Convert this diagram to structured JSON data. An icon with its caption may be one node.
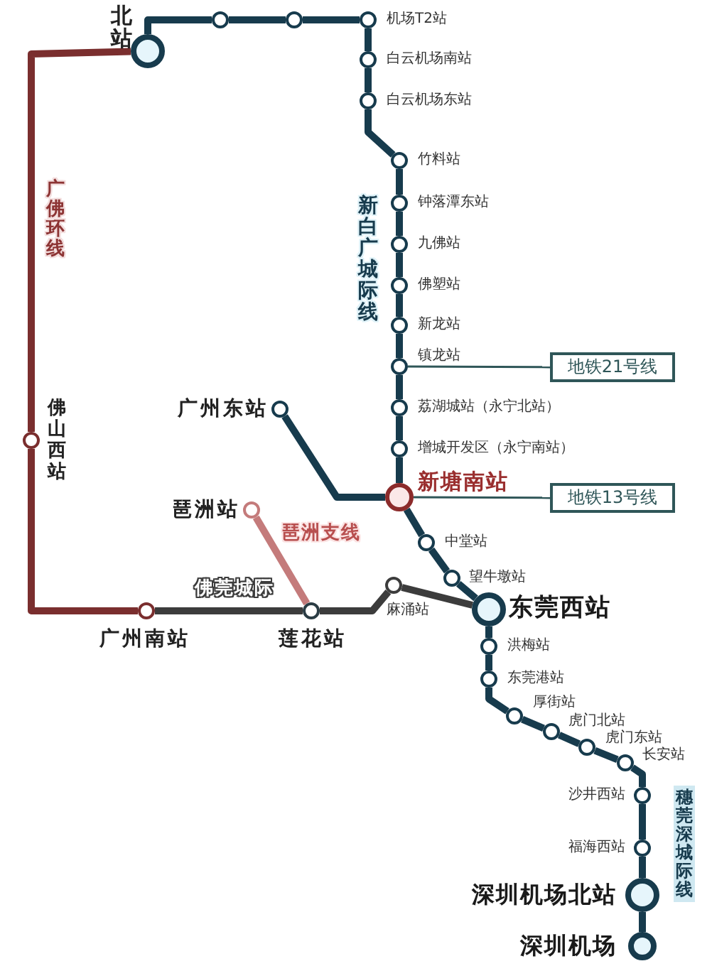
{
  "diagram": {
    "nodes": [
      {
        "text": [],
        "shape": "circle",
        "beside": [
          "北站"
        ]
      },
      {
        "text": [],
        "shape": "circle"
      },
      {
        "text": [],
        "shape": "circle"
      },
      {
        "text": [],
        "shape": "circle",
        "beside": [
          "机场T2站"
        ]
      },
      {
        "text": [],
        "shape": "circle",
        "beside": [
          "白云机场南站"
        ]
      },
      {
        "text": [],
        "shape": "circle",
        "beside": [
          "白云机场东站"
        ]
      },
      {
        "text": [],
        "shape": "circle",
        "beside": [
          "竹料站"
        ]
      },
      {
        "text": [],
        "shape": "circle",
        "beside": [
          "钟落潭东站"
        ]
      },
      {
        "text": [],
        "shape": "circle",
        "beside": [
          "九佛站"
        ]
      },
      {
        "text": [],
        "shape": "circle",
        "beside": [
          "佛塑站"
        ]
      },
      {
        "text": [],
        "shape": "circle",
        "beside": [
          "新龙站"
        ]
      },
      {
        "text": [],
        "shape": "circle",
        "beside": [
          "镇龙站"
        ]
      },
      {
        "text": [
          "地铁21号线"
        ]
      },
      {
        "text": [],
        "shape": "circle",
        "beside": [
          "荔湖城站（永宁北站）"
        ]
      },
      {
        "text": [],
        "shape": "circle",
        "beside": [
          "广州东站"
        ]
      },
      {
        "text": [],
        "shape": "circle",
        "beside": [
          "佛山西站"
        ]
      },
      {
        "text": [],
        "shape": "circle",
        "beside": [
          "增城开发区（永宁南站）"
        ]
      },
      {
        "text": [],
        "shape": "circle",
        "beside": [
          "新塘南站"
        ]
      },
      {
        "text": [
          "地铁13号线"
        ]
      },
      {
        "text": [],
        "shape": "circle",
        "beside": [
          "琶洲站"
        ]
      },
      {
        "text": [],
        "shape": "circle",
        "beside": [
          "中堂站"
        ]
      },
      {
        "text": [],
        "shape": "circle",
        "beside": [
          "望牛墩站"
        ]
      },
      {
        "text": [],
        "shape": "circle",
        "beside": [
          "东莞西站"
        ]
      },
      {
        "text": [],
        "shape": "circle",
        "beside": [
          "麻涌站"
        ]
      },
      {
        "text": [],
        "shape": "circle",
        "beside": [
          "广州南站"
        ]
      },
      {
        "text": [],
        "shape": "circle",
        "beside": [
          "莲花站"
        ]
      },
      {
        "text": [],
        "shape": "circle",
        "beside": [
          "洪梅站"
        ]
      },
      {
        "text": [],
        "shape": "circle",
        "beside": [
          "东莞港站"
        ]
      },
      {
        "text": [],
        "shape": "circle",
        "beside": [
          "厚街站"
        ]
      },
      {
        "text": [],
        "shape": "circle",
        "beside": [
          "虎门北站"
        ]
      },
      {
        "text": [],
        "shape": "circle",
        "beside": [
          "虎门东站"
        ]
      },
      {
        "text": [],
        "shape": "circle",
        "beside": [
          "长安站"
        ]
      },
      {
        "text": [],
        "shape": "circle",
        "beside": [
          "沙井西站"
        ]
      },
      {
        "text": [],
        "shape": "circle",
        "beside": [
          "福海西站"
        ]
      },
      {
        "text": [],
        "shape": "circle",
        "beside": [
          "深圳机场北站"
        ]
      },
      {
        "text": [],
        "shape": "circle",
        "beside": [
          "深圳机场"
        ]
      }
    ],
    "edges": [
      {
        "from": 0,
        "to": 1,
        "arrow": "none"
      },
      {
        "from": 1,
        "to": 2,
        "arrow": "none"
      },
      {
        "from": 2,
        "to": 3,
        "arrow": "none"
      },
      {
        "from": 3,
        "to": 4,
        "arrow": "none"
      },
      {
        "from": 4,
        "to": 5,
        "arrow": "none"
      },
      {
        "from": 5,
        "to": 6,
        "arrow": "none"
      },
      {
        "from": 6,
        "to": 7,
        "arrow": "none"
      },
      {
        "from": 7,
        "to": 8,
        "arrow": "none"
      },
      {
        "from": 8,
        "to": 9,
        "arrow": "none"
      },
      {
        "from": 9,
        "to": 10,
        "arrow": "none"
      },
      {
        "from": 10,
        "to": 11,
        "arrow": "none"
      },
      {
        "from": 11,
        "to": 12,
        "arrow": "none",
        "color": "#2f5658"
      },
      {
        "from": 11,
        "to": 13,
        "arrow": "none"
      },
      {
        "from": 13,
        "to": 16,
        "arrow": "none"
      },
      {
        "from": 16,
        "to": 17,
        "arrow": "none"
      },
      {
        "from": 14,
        "to": 17,
        "arrow": "none"
      },
      {
        "from": 17,
        "to": 18,
        "arrow": "none",
        "color": "#2f5658"
      },
      {
        "from": 17,
        "to": 20,
        "arrow": "none"
      },
      {
        "from": 20,
        "to": 21,
        "arrow": "none"
      },
      {
        "from": 21,
        "to": 22,
        "arrow": "none"
      },
      {
        "from": 22,
        "to": 26,
        "arrow": "none"
      },
      {
        "from": 26,
        "to": 27,
        "arrow": "none"
      },
      {
        "from": 27,
        "to": 28,
        "arrow": "none"
      },
      {
        "from": 28,
        "to": 29,
        "arrow": "none"
      },
      {
        "from": 29,
        "to": 30,
        "arrow": "none"
      },
      {
        "from": 30,
        "to": 31,
        "arrow": "none"
      },
      {
        "from": 31,
        "to": 32,
        "arrow": "none"
      },
      {
        "from": 32,
        "to": 33,
        "arrow": "none"
      },
      {
        "from": 33,
        "to": 34,
        "arrow": "none"
      },
      {
        "from": 34,
        "to": 35,
        "arrow": "none"
      },
      {
        "from": 0,
        "to": 15,
        "arrow": "none",
        "color": "#7a2e2e"
      },
      {
        "from": 15,
        "to": 24,
        "arrow": "none",
        "color": "#7a2e2e"
      },
      {
        "from": 24,
        "to": 25,
        "arrow": "none",
        "color": "#3c3c3c"
      },
      {
        "from": 25,
        "to": 23,
        "arrow": "none",
        "color": "#3c3c3c"
      },
      {
        "from": 23,
        "to": 22,
        "arrow": "none",
        "color": "#3c3c3c"
      },
      {
        "from": 19,
        "to": 25,
        "arrow": "none",
        "color": "#c47b7b"
      }
    ],
    "labels": [
      "广佛环线",
      "新白广城际线",
      "琶洲支线",
      "佛莞城际",
      "穗莞深城际线"
    ]
  }
}
